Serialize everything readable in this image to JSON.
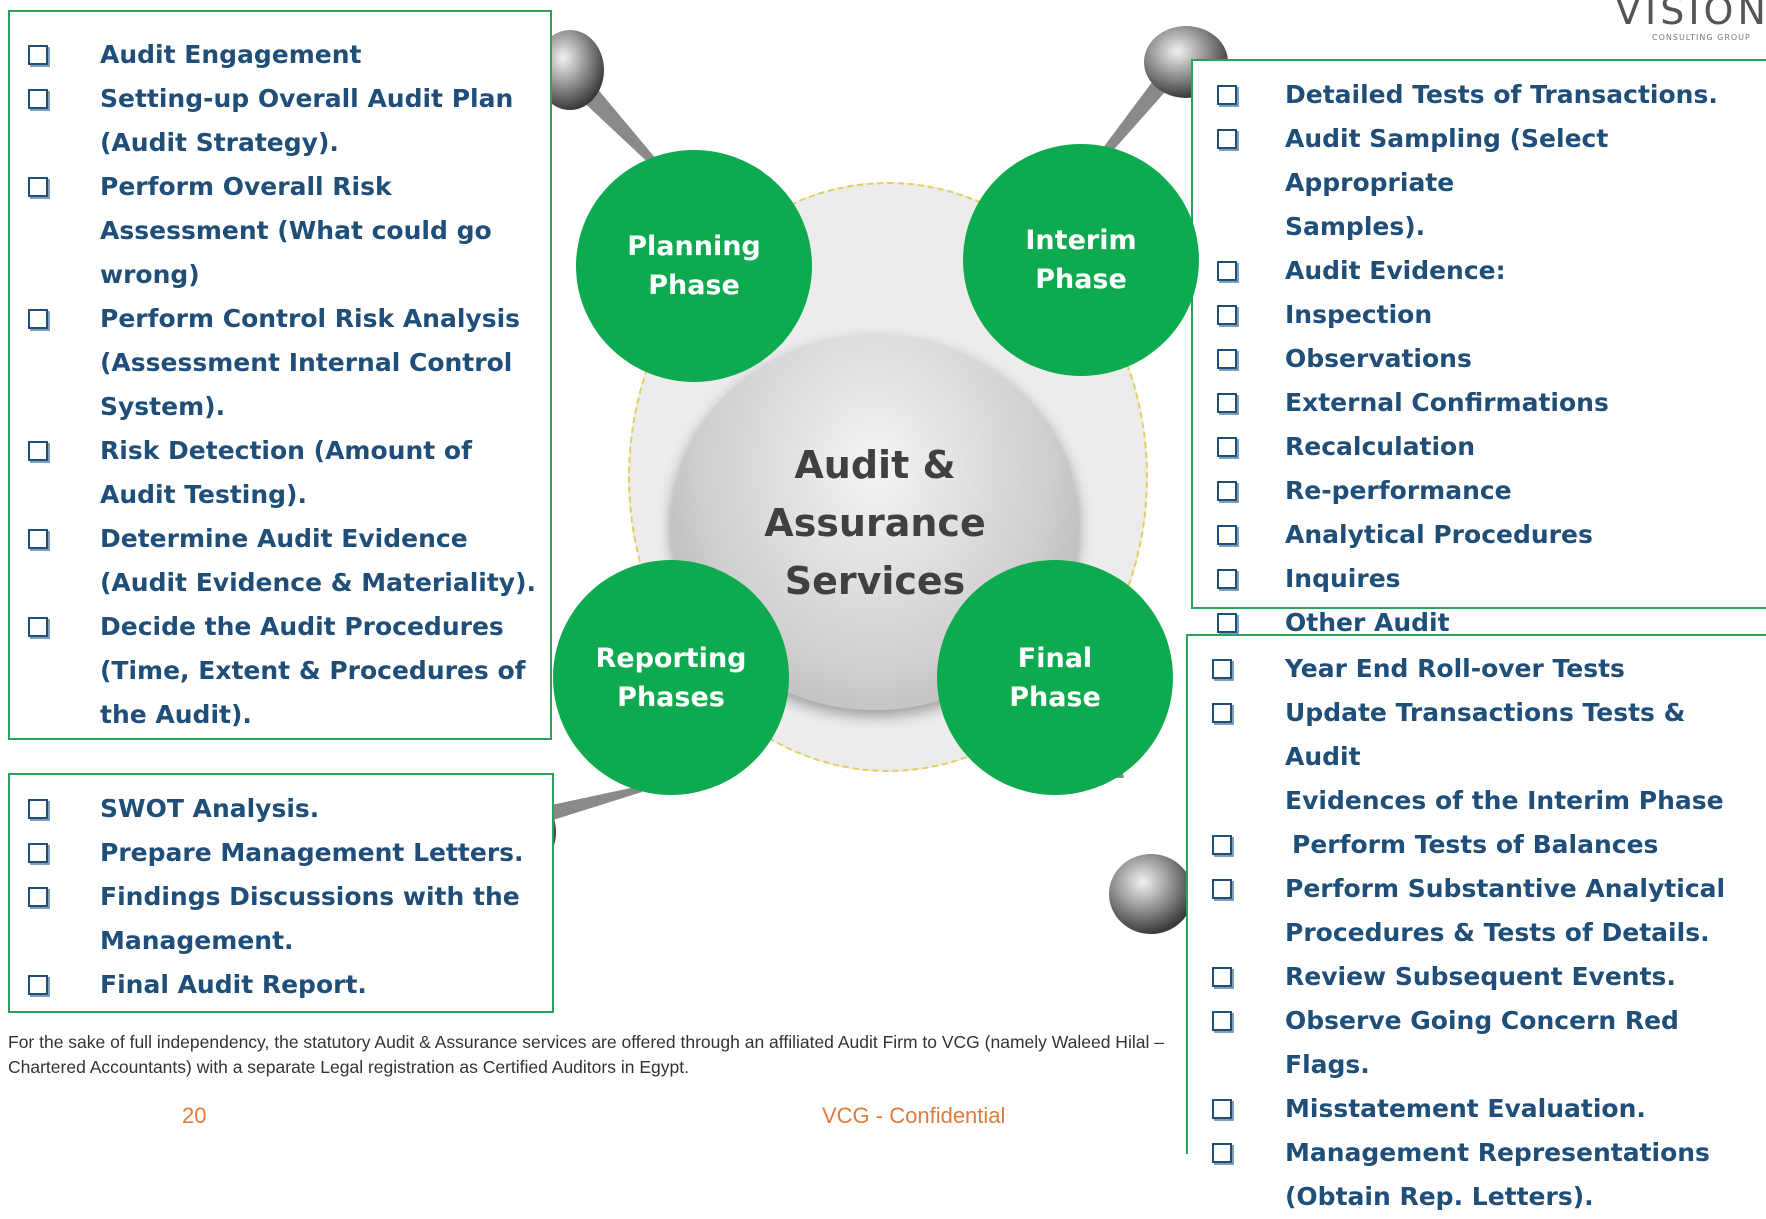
{
  "center": {
    "title": "Audit & Assurance Services"
  },
  "phases": {
    "planning": "Planning Phase",
    "interim": "Interim Phase",
    "reporting": "Reporting Phases",
    "final": "Final Phase"
  },
  "planning_list": [
    "Audit Engagement",
    "Setting-up Overall Audit Plan",
    "(Audit Strategy).",
    "Perform Overall Risk",
    "Assessment (What could go",
    "wrong)",
    "Perform Control Risk Analysis",
    "(Assessment Internal Control",
    "System).",
    "Risk Detection (Amount of",
    "Audit Testing).",
    "Determine Audit Evidence",
    "(Audit Evidence & Materiality).",
    "Decide the Audit Procedures",
    "(Time, Extent & Procedures of",
    "the Audit)."
  ],
  "reporting_list": [
    "SWOT Analysis.",
    "Prepare Management Letters.",
    "Findings Discussions with the",
    "Management.",
    "Final Audit Report."
  ],
  "interim_list": [
    "Detailed Tests of Transactions.",
    "Audit Sampling (Select Appropriate",
    "Samples).",
    "Audit Evidence:",
    "Inspection",
    "Observations",
    "External Confirmations",
    "Recalculation",
    "Re-performance",
    "Analytical Procedures",
    "Inquires",
    "Other Audit"
  ],
  "final_list": [
    "Year End Roll-over Tests",
    "Update Transactions Tests & Audit",
    "Evidences of the Interim Phase",
    "Perform Tests of Balances",
    "Perform Substantive Analytical",
    "Procedures & Tests of Details.",
    "Review Subsequent Events.",
    "Observe Going Concern Red Flags.",
    "Misstatement Evaluation.",
    "Management Representations",
    "(Obtain Rep. Letters)."
  ],
  "footnote": "For the sake of full independency, the statutory Audit & Assurance services are offered through an affiliated Audit Firm to VCG (namely Waleed Hilal – Chartered Accountants) with a separate Legal registration as Certified Auditors in Egypt.",
  "footer": {
    "page_number": "20",
    "confidential": "VCG - Confidential"
  },
  "logo": {
    "name": "VISION",
    "tagline": "CONSULTING GROUP"
  },
  "colors": {
    "phase_green": "#0eaa4f",
    "box_border": "#2aa35a",
    "list_text": "#1f4e79",
    "footer_orange": "#e07b39"
  }
}
